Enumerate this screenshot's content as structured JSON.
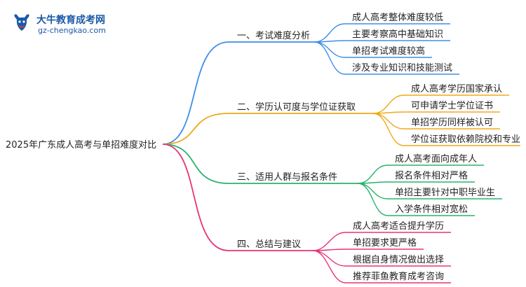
{
  "logo": {
    "icon": "bull-head-logo",
    "title": "大牛教育成考网",
    "url": "gz-chengkao.com",
    "colors": {
      "primary": "#1a5aa8",
      "accent": "#e63b2e"
    }
  },
  "root": "2025年广东成人高考与单招难度对比",
  "branches": [
    {
      "label": "一、考试难度分析",
      "color": "#3f8ee8",
      "children": [
        "成人高考整体难度较低",
        "主要考察高中基础知识",
        "单招考试难度较高",
        "涉及专业知识和技能测试"
      ]
    },
    {
      "label": "二、学历认可度与学位证获取",
      "color": "#f0a818",
      "children": [
        "成人高考学历国家承认",
        "可申请学士学位证书",
        "单招学历同样被认可",
        "学位证获取依赖院校和专业"
      ]
    },
    {
      "label": "三、适用人群与报名条件",
      "color": "#27b36b",
      "children": [
        "成人高考面向成年人",
        "报名条件相对严格",
        "单招主要针对中职毕业生",
        "入学条件相对宽松"
      ]
    },
    {
      "label": "四、总结与建议",
      "color": "#e8337a",
      "children": [
        "成人高考适合提升学历",
        "单招要求更严格",
        "根据自身情况做出选择",
        "推荐菲鱼教育成考咨询"
      ]
    }
  ]
}
